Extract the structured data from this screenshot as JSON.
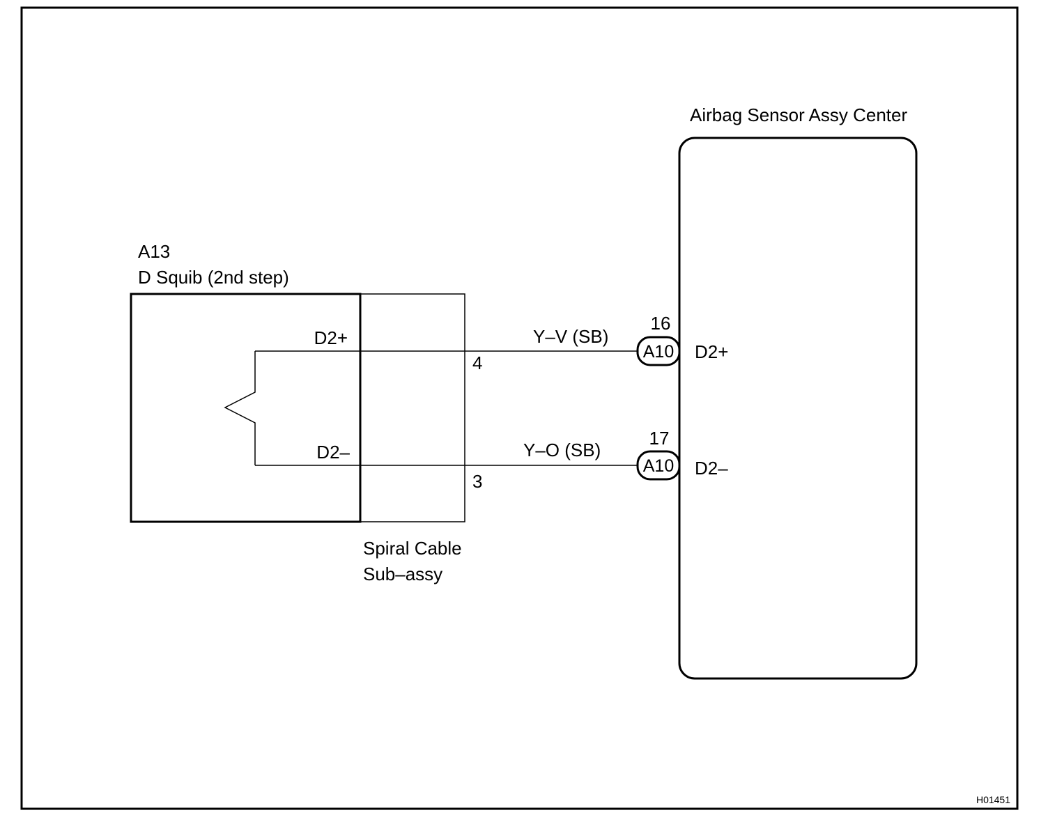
{
  "squib": {
    "code": "A13",
    "name": "D Squib (2nd step)",
    "pin_plus": "D2+",
    "pin_minus": "D2–"
  },
  "spiral_cable": {
    "line1": "Spiral Cable",
    "line2": "Sub–assy",
    "pin_top": "4",
    "pin_bottom": "3"
  },
  "wires": {
    "top": "Y–V (SB)",
    "bottom": "Y–O (SB)"
  },
  "sensor": {
    "title": "Airbag Sensor Assy Center",
    "connector_top": {
      "pin": "16",
      "code": "A10",
      "label": "D2+"
    },
    "connector_bottom": {
      "pin": "17",
      "code": "A10",
      "label": "D2–"
    }
  },
  "figure_id": "H01451"
}
